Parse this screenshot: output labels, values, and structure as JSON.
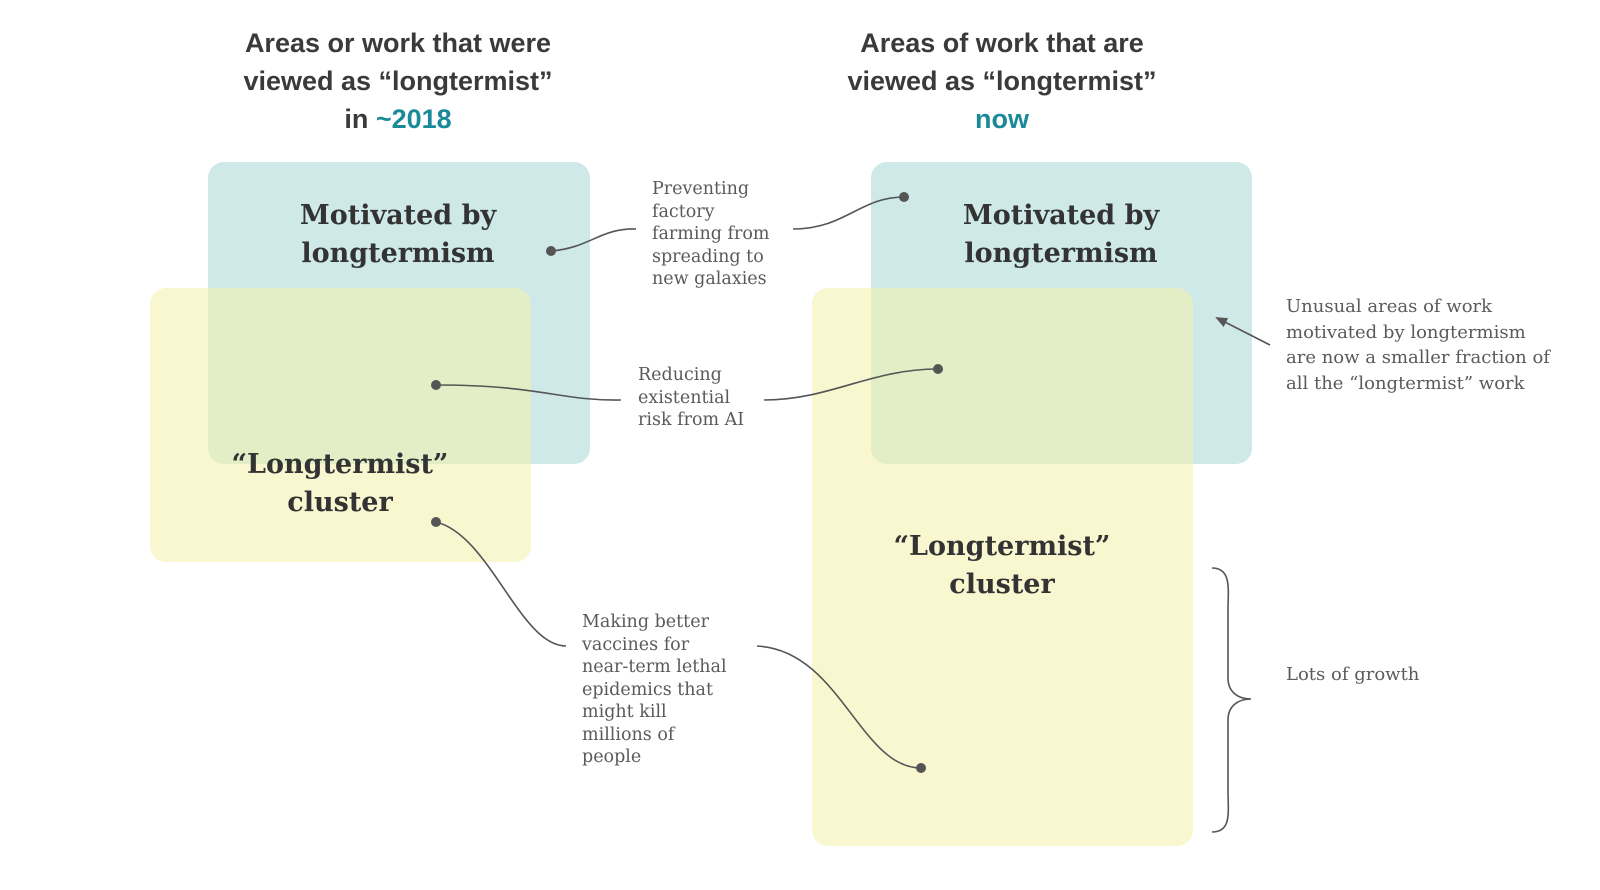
{
  "headings": {
    "left": {
      "line1": "Areas or work that were",
      "line2": "viewed as “longtermist”",
      "line3_prefix": "in ",
      "line3_accent": "~2018"
    },
    "right": {
      "line1": "Areas of work that are",
      "line2": "viewed as “longtermist”",
      "line3_accent": "now"
    }
  },
  "left_panel": {
    "motivated_label": "Motivated by\nlongtermism",
    "cluster_label": "“Longtermist”\ncluster"
  },
  "right_panel": {
    "motivated_label": "Motivated by\nlongtermism",
    "cluster_label": "“Longtermist”\ncluster"
  },
  "examples": {
    "factory_farming": "Preventing\nfactory\nfarming from\nspreading to\nnew galaxies",
    "ai_risk": "Reducing\nexistential\nrisk from AI",
    "vaccines": "Making better\nvaccines for\nnear-term lethal\nepidemics that\nmight kill\nmillions of\npeople"
  },
  "annotations": {
    "unusual_areas": "Unusual areas of work\nmotivated by longtermism\nare now a smaller fraction of\nall the “longtermist” work",
    "growth": "Lots of growth"
  },
  "colors": {
    "accent": "#1a8a99",
    "blue_box": "#cfe8e7",
    "yellow_box": "#f8f7cf",
    "connector": "#555555"
  }
}
